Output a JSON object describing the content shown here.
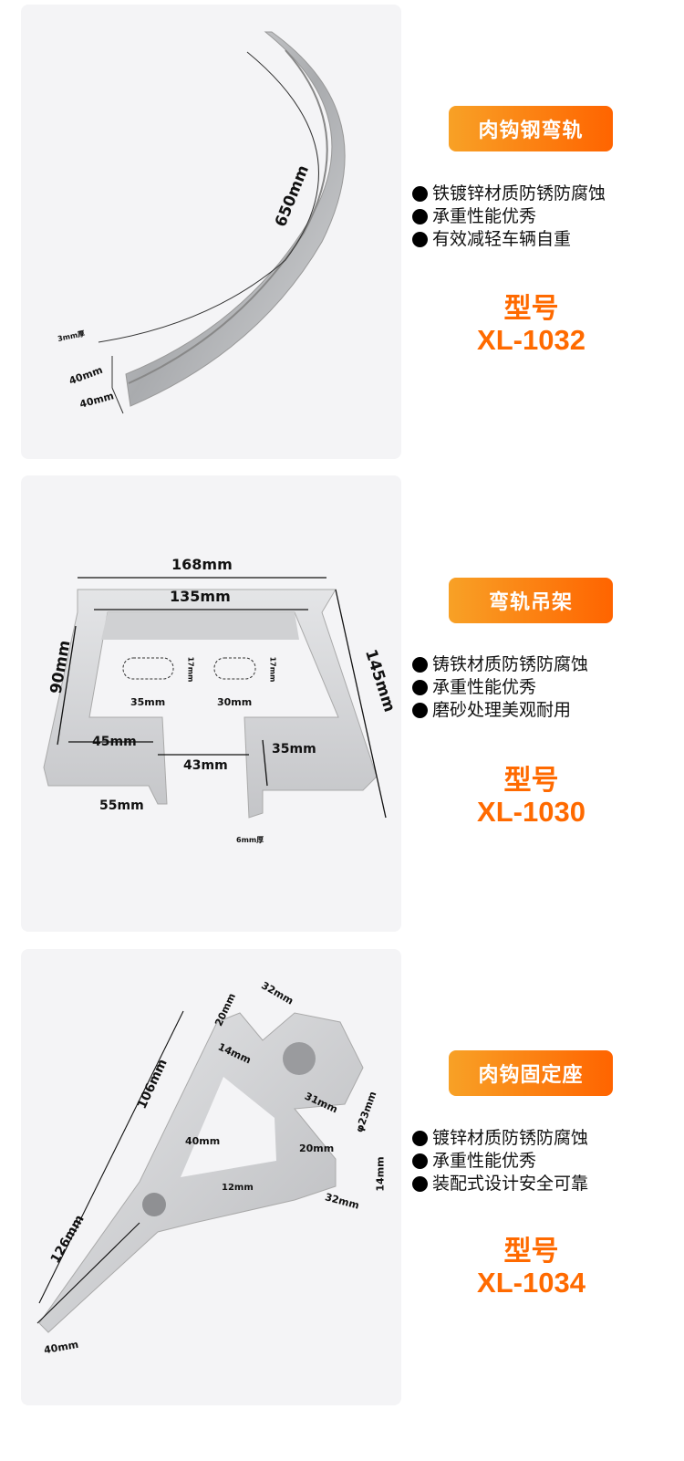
{
  "products": [
    {
      "badge": "肉钩钢弯轨",
      "features": [
        "铁镀锌材质防锈防腐蚀",
        "承重性能优秀",
        "有效减轻车辆自重"
      ],
      "model_label": "型号",
      "model": "XL-1032",
      "dims": {
        "length": "650mm",
        "thickness": "3mm厚",
        "height": "40mm",
        "width": "40mm"
      }
    },
    {
      "badge": "弯轨吊架",
      "features": [
        "铸铁材质防锈防腐蚀",
        "承重性能优秀",
        "磨砂处理美观耐用"
      ],
      "model_label": "型号",
      "model": "XL-1030",
      "dims": {
        "outer_width": "168mm",
        "inner_width": "135mm",
        "side": "90mm",
        "diag": "145mm",
        "slot1_w": "35mm",
        "slot1_h": "17mm",
        "slot2_w": "30mm",
        "slot2_h": "17mm",
        "foot_w": "45mm",
        "gap": "43mm",
        "foot_h": "35mm",
        "tab": "55mm",
        "thick": "6mm厚"
      }
    },
    {
      "badge": "肉钩固定座",
      "features": [
        "镀锌材质防锈防腐蚀",
        "承重性能优秀",
        "装配式设计安全可靠"
      ],
      "model_label": "型号",
      "model": "XL-1034",
      "dims": {
        "top_w": "32mm",
        "top_h": "20mm",
        "d14": "14mm",
        "upper": "106mm",
        "d31": "31mm",
        "phi": "φ23mm",
        "d40": "40mm",
        "d20": "20mm",
        "d14b": "14mm",
        "d12": "12mm",
        "d32b": "32mm",
        "lower": "126mm",
        "tip": "40mm"
      }
    }
  ],
  "colors": {
    "accent": "#ff6a00",
    "badge_start": "#f8a126",
    "badge_end": "#ff6400",
    "card_bg": "#f4f4f6"
  }
}
